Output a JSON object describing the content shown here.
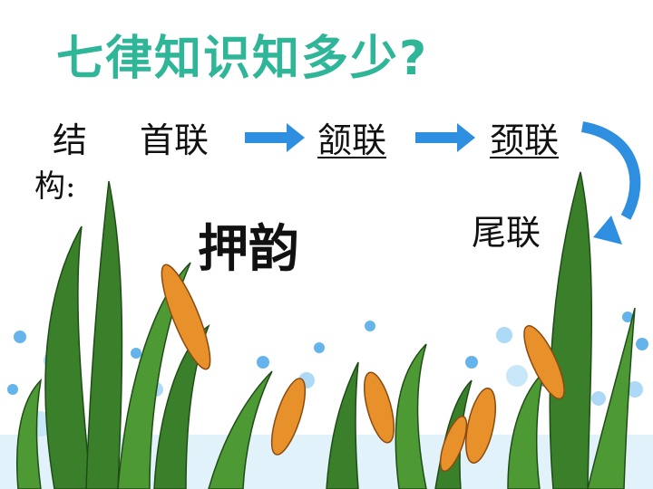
{
  "slide": {
    "title": "七律知识知多少?",
    "structure_label_line1": "结",
    "structure_label_line2": "构:",
    "parts": [
      "首联",
      "颔联",
      "颈联",
      "尾联"
    ],
    "rhyme_label": "押韵",
    "colors": {
      "title": "#2fb597",
      "arrow": "#2e8fe0",
      "grass": "#3a7f2a",
      "corn": "#e8902a",
      "bubble": "#4aa8e8"
    }
  }
}
